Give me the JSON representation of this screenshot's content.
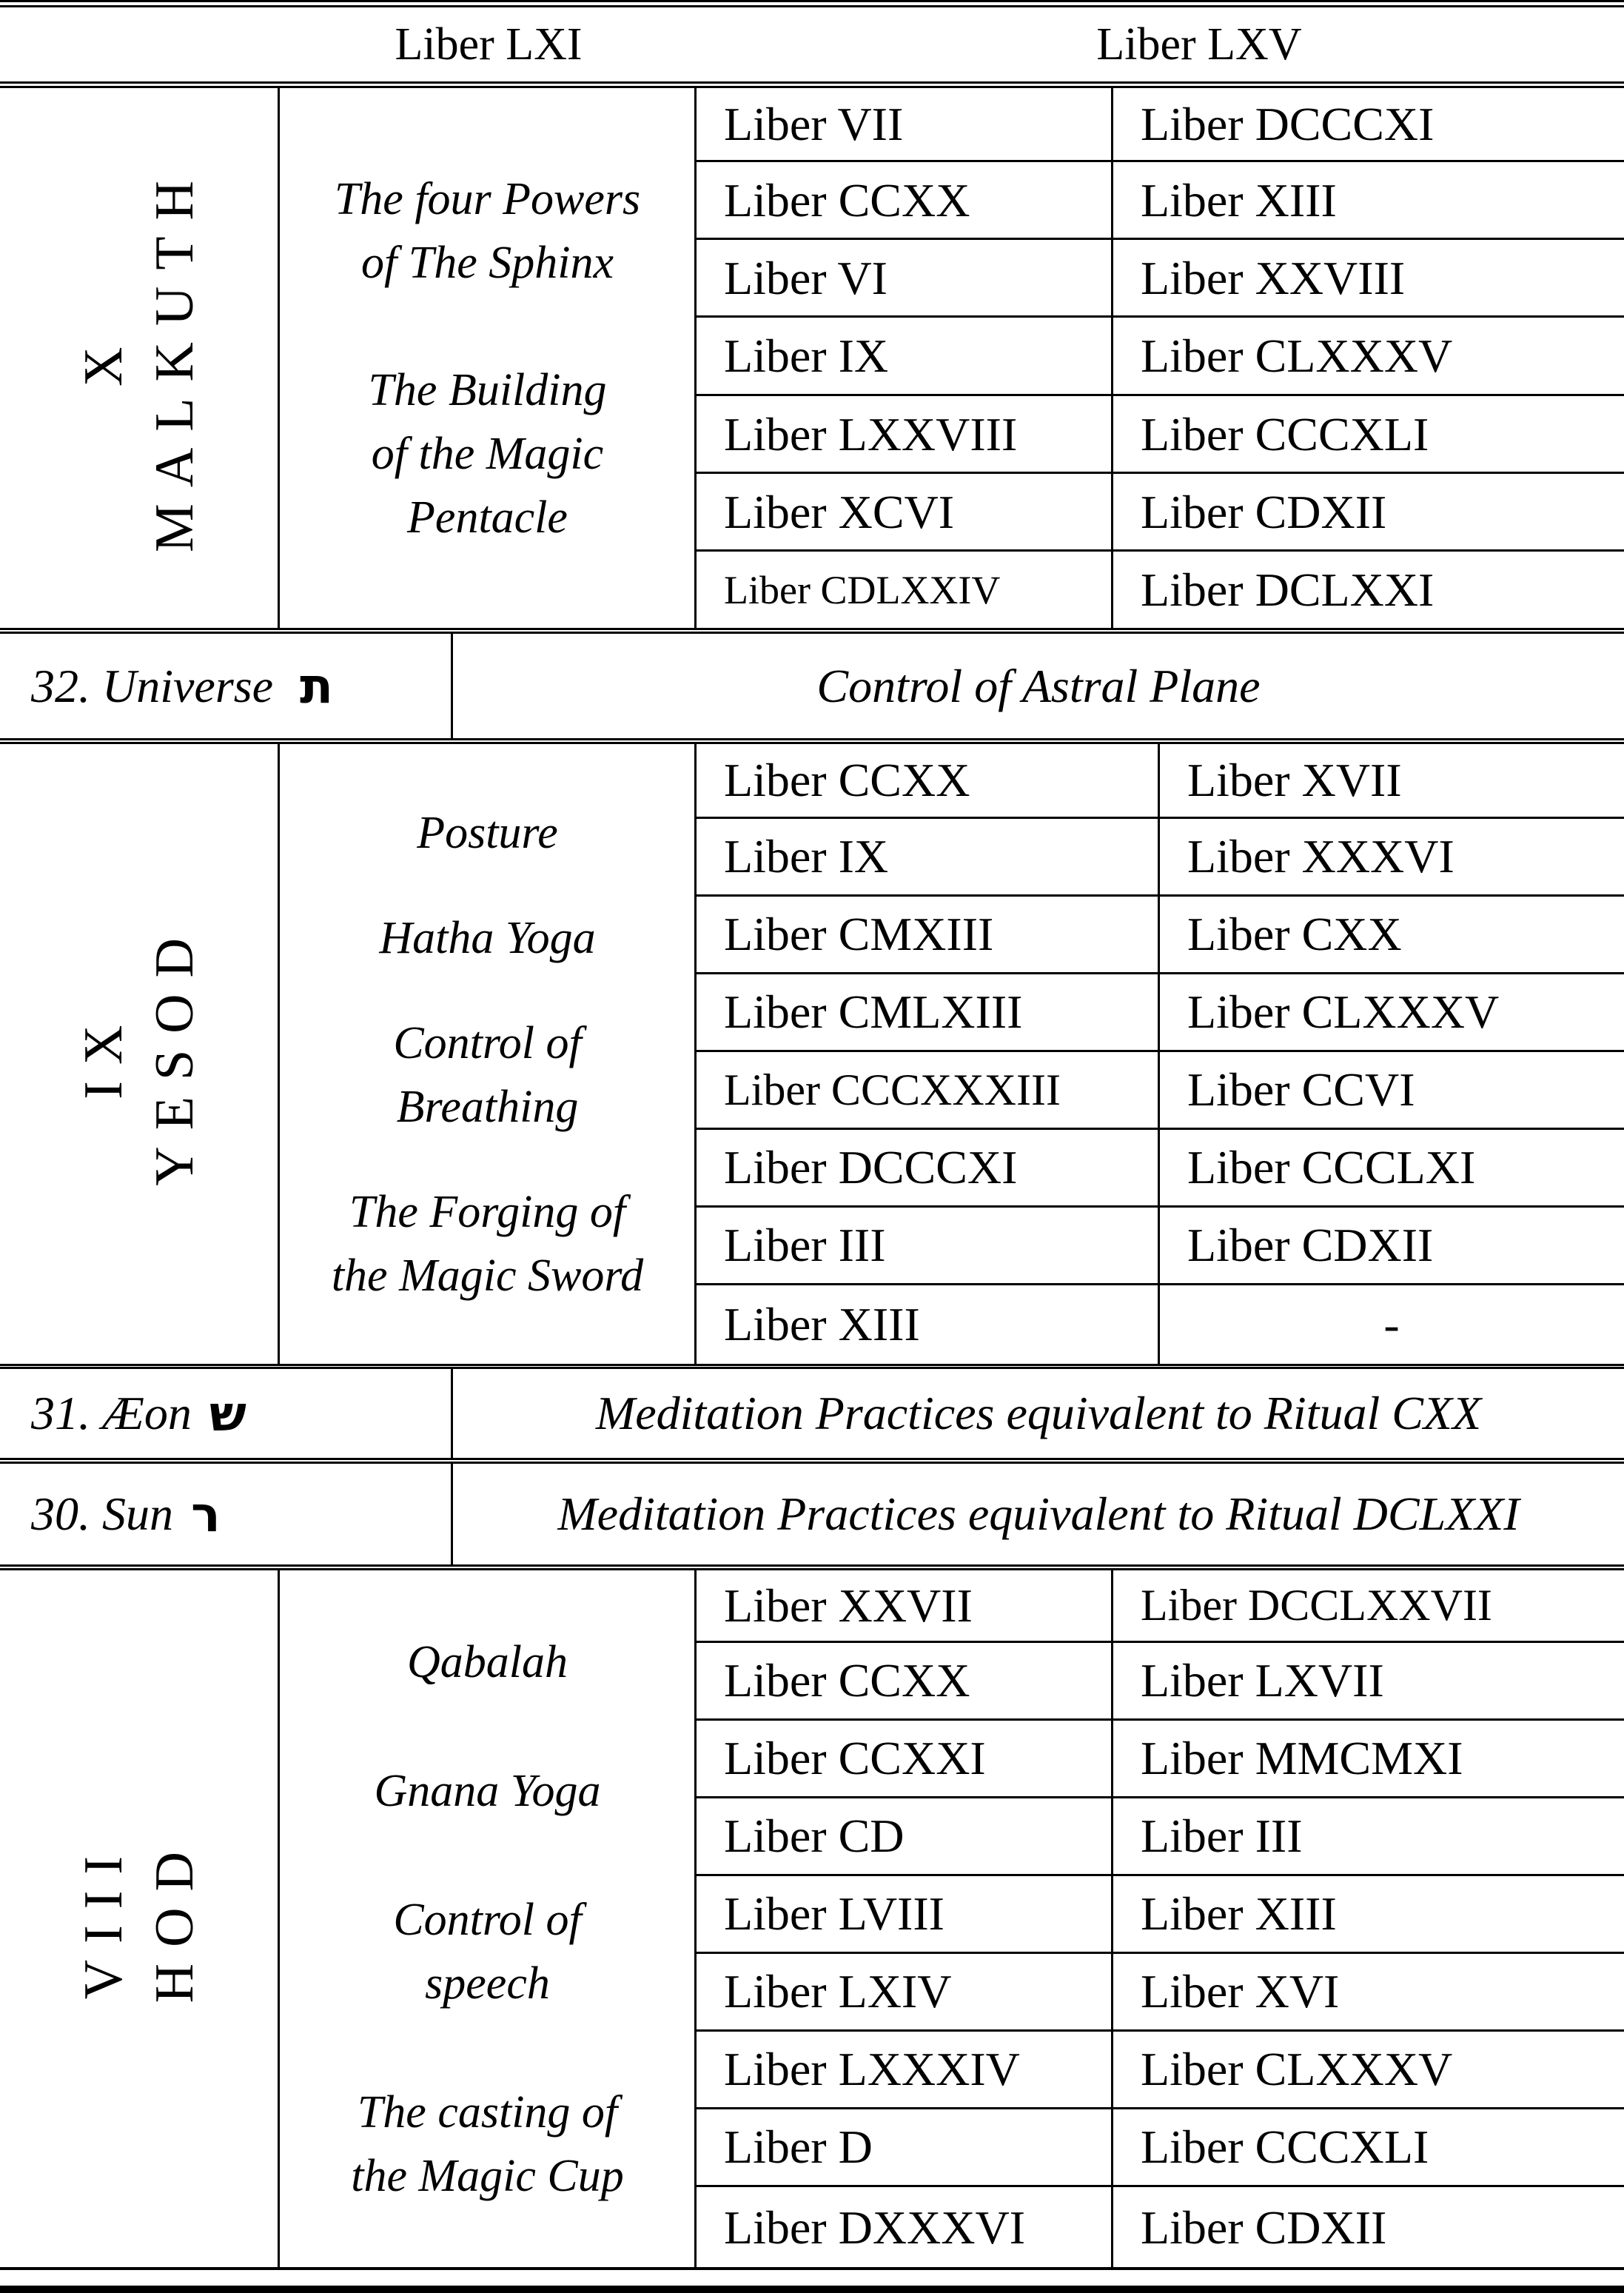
{
  "header": {
    "col1": "Liber LXI",
    "col2": "Liber LXV"
  },
  "malkuth": {
    "numeral": "X",
    "name": "MALKUTH",
    "descriptions": [
      "The four Powers",
      "of The Sphinx",
      "",
      "The Building",
      "of the Magic",
      "Pentacle"
    ],
    "rows": [
      [
        "Liber VII",
        "Liber DCCCXI"
      ],
      [
        "Liber CCXX",
        "Liber XIII"
      ],
      [
        "Liber VI",
        "Liber XXVIII"
      ],
      [
        "Liber IX",
        "Liber CLXXXV"
      ],
      [
        "Liber LXXVIII",
        "Liber CCCXLI"
      ],
      [
        "Liber XCVI",
        "Liber CDXII"
      ],
      [
        "Liber CDLXXIV",
        "Liber DCLXXI"
      ]
    ]
  },
  "path32": {
    "label": "32. Universe",
    "letter": "ת",
    "text": "Control of Astral Plane"
  },
  "yesod": {
    "numeral": "IX",
    "name": "YESOD",
    "descriptions": [
      "Posture",
      "Hatha  Yoga",
      "Control of",
      "Breathing",
      "The Forging of",
      "the Magic Sword"
    ],
    "rows": [
      [
        "Liber CCXX",
        "Liber XVII"
      ],
      [
        "Liber IX",
        "Liber XXXVI"
      ],
      [
        "Liber CMXIII",
        "Liber CXX"
      ],
      [
        "Liber CMLXIII",
        "Liber CLXXXV"
      ],
      [
        "Liber CCCXXXIII",
        "Liber CCVI"
      ],
      [
        "Liber DCCCXI",
        "Liber CCCLXI"
      ],
      [
        "Liber III",
        "Liber CDXII"
      ],
      [
        "Liber XIII",
        "-"
      ]
    ]
  },
  "path31": {
    "label": "31. Æon",
    "letter": "ש",
    "text": "Meditation Practices equivalent to Ritual CXX"
  },
  "path30": {
    "label": "30. Sun",
    "letter": "ר",
    "text": "Meditation Practices equivalent to Ritual DCLXXI"
  },
  "hod": {
    "numeral": "VIII",
    "name": "HOD",
    "descriptions": [
      "Qabalah",
      "Gnana  Yoga",
      "Control of",
      "speech",
      "The casting of",
      "the Magic Cup"
    ],
    "rows": [
      [
        "Liber XXVII",
        "Liber DCCLXXVII"
      ],
      [
        "Liber CCXX",
        "Liber LXVII"
      ],
      [
        "Liber CCXXI",
        "Liber MMCMXI"
      ],
      [
        "Liber CD",
        "Liber III"
      ],
      [
        "Liber LVIII",
        "Liber XIII"
      ],
      [
        "Liber LXIV",
        "Liber XVI"
      ],
      [
        "Liber LXXXIV",
        "Liber CLXXXV"
      ],
      [
        "Liber D",
        "Liber CCCXLI"
      ],
      [
        "Liber DXXXVI",
        "Liber CDXII"
      ]
    ]
  }
}
